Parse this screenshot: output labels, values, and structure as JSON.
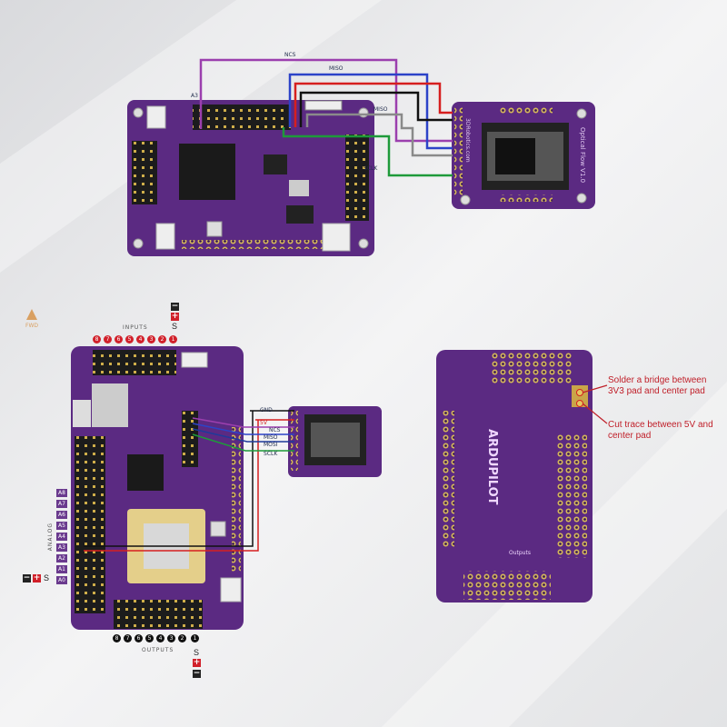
{
  "top_diagram": {
    "wire_labels": {
      "ncs": "NCS",
      "miso_top": "MISO",
      "miso_right": "MISO",
      "sclk": "SCLK",
      "a3": "A3"
    },
    "sensor_text": {
      "brand": "3DRobotics.com",
      "model": "Optical Flow V1.0"
    }
  },
  "left_diagram": {
    "fwd_label": "FWD",
    "inputs_label": "INPUTS",
    "outputs_label": "OUTPUTS",
    "analog_label": "ANALOG",
    "input_numbers": [
      "8",
      "7",
      "6",
      "5",
      "4",
      "3",
      "2",
      "1"
    ],
    "output_numbers": [
      "8",
      "7",
      "6",
      "5",
      "4",
      "3",
      "2",
      "1"
    ],
    "analog_pins": [
      "A8",
      "A7",
      "A6",
      "A5",
      "A4",
      "A3",
      "A2",
      "A1",
      "A0"
    ],
    "power_signs": {
      "neg": "−",
      "pos": "+",
      "signal": "S"
    },
    "wire_labels": {
      "gnd": "GND",
      "v5": "5V",
      "ncs": "NCS",
      "miso": "MISO",
      "mosi": "MOSI",
      "sclk": "SCLK"
    }
  },
  "right_diagram": {
    "note_bridge": "Solder a bridge between 3V3 pad and center pad",
    "note_cut": "Cut trace between 5V and center pad",
    "board_text": "ARDUPILOT",
    "outputs_label": "Outputs"
  },
  "colors": {
    "board_purple": "#5b2a82",
    "wire_purple": "#9b3fae",
    "wire_blue": "#2c43c8",
    "wire_red": "#d61f1f",
    "wire_black": "#111111",
    "wire_gray": "#8a8a8a",
    "wire_green": "#1e9a3a",
    "note_red": "#c0202a",
    "fwd_arrow": "#d9a062"
  }
}
